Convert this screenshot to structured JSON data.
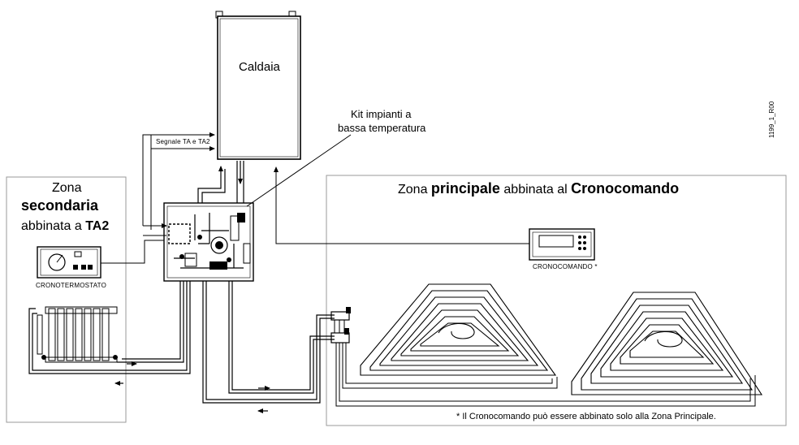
{
  "boiler": {
    "label": "Caldaia"
  },
  "kit": {
    "label_line1": "Kit impianti a",
    "label_line2": "bassa temperatura"
  },
  "signal": {
    "label": "Segnale TA e TA2"
  },
  "code": {
    "label": "1199_1_R00"
  },
  "zona_secondaria": {
    "line1": "Zona",
    "line2": "secondaria",
    "line3_prefix": "abbinata a ",
    "line3_bold": "TA2",
    "device_label": "CRONOTERMOSTATO"
  },
  "zona_principale": {
    "prefix": "Zona ",
    "bold1": "principale",
    "middle": " abbinata al ",
    "bold2": "Cronocomando",
    "device_label": "CRONOCOMANDO *",
    "footnote": "* Il Cronocomando può essere abbinato solo alla Zona Principale."
  },
  "colors": {
    "line": "#000000",
    "zone_border": "#9a9a9a",
    "background": "#ffffff"
  }
}
